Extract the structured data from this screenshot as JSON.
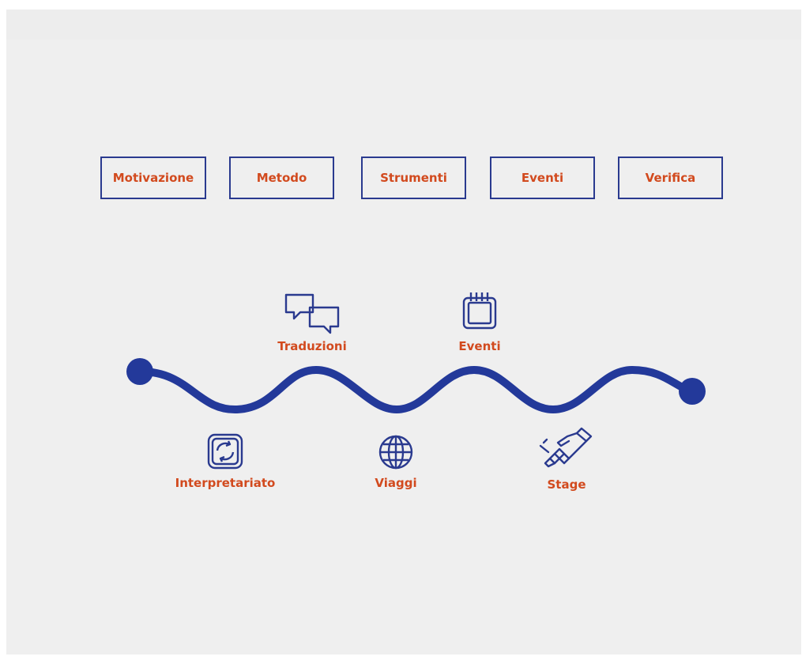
{
  "nav": {
    "items": [
      {
        "label": "Motivazione"
      },
      {
        "label": "Metodo"
      },
      {
        "label": "Strumenti"
      },
      {
        "label": "Eventi"
      },
      {
        "label": "Verifica"
      }
    ]
  },
  "timeline": {
    "top_items": [
      {
        "label": "Traduzioni",
        "icon": "speech-bubbles-icon"
      },
      {
        "label": "Eventi",
        "icon": "calendar-icon"
      }
    ],
    "bottom_items": [
      {
        "label": "Interpretariato",
        "icon": "interpreting-arrows-icon"
      },
      {
        "label": "Viaggi",
        "icon": "globe-icon"
      },
      {
        "label": "Stage",
        "icon": "handshake-icon"
      }
    ]
  },
  "colors": {
    "accent": "#d24a1e",
    "line": "#23399a",
    "box_border": "#2a3a8f",
    "background": "#efefef"
  }
}
